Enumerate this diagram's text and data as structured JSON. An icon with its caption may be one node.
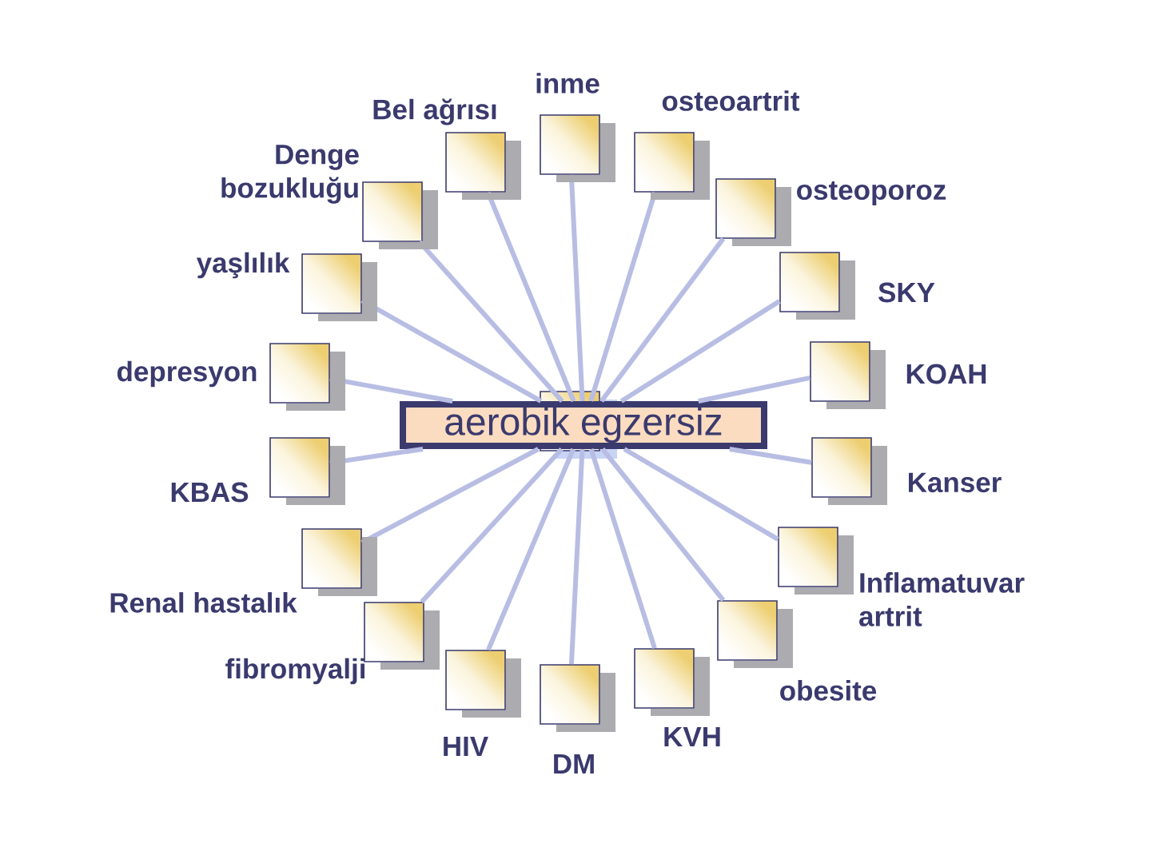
{
  "diagram": {
    "nodes": [
      {
        "text": [
          "aerobik egzersiz"
        ]
      },
      {
        "text": [
          "inme"
        ]
      },
      {
        "text": [
          "osteoartrit"
        ]
      },
      {
        "text": [
          "osteoporoz"
        ]
      },
      {
        "text": [
          "SKY"
        ]
      },
      {
        "text": [
          "KOAH"
        ]
      },
      {
        "text": [
          "Kanser"
        ]
      },
      {
        "text": [
          "Inflamatuvar artrit"
        ]
      },
      {
        "text": [
          "obesite"
        ]
      },
      {
        "text": [
          "KVH"
        ]
      },
      {
        "text": [
          "DM"
        ]
      },
      {
        "text": [
          "HIV"
        ]
      },
      {
        "text": [
          "fibromyalji"
        ]
      },
      {
        "text": [
          "Renal hastalık"
        ]
      },
      {
        "text": [
          "KBAS"
        ]
      },
      {
        "text": [
          "depresyon"
        ]
      },
      {
        "text": [
          "yaşlılık"
        ]
      },
      {
        "text": [
          "Denge bozukluğu"
        ]
      },
      {
        "text": [
          "Bel ağrısı"
        ]
      }
    ],
    "edges": [
      {
        "from": 0,
        "to": 1,
        "arrow": "none"
      },
      {
        "from": 0,
        "to": 2,
        "arrow": "none"
      },
      {
        "from": 0,
        "to": 3,
        "arrow": "none"
      },
      {
        "from": 0,
        "to": 4,
        "arrow": "none"
      },
      {
        "from": 0,
        "to": 5,
        "arrow": "none"
      },
      {
        "from": 0,
        "to": 6,
        "arrow": "none"
      },
      {
        "from": 0,
        "to": 7,
        "arrow": "none"
      },
      {
        "from": 0,
        "to": 8,
        "arrow": "none"
      },
      {
        "from": 0,
        "to": 9,
        "arrow": "none"
      },
      {
        "from": 0,
        "to": 10,
        "arrow": "none"
      },
      {
        "from": 0,
        "to": 11,
        "arrow": "none"
      },
      {
        "from": 0,
        "to": 12,
        "arrow": "none"
      },
      {
        "from": 0,
        "to": 13,
        "arrow": "none"
      },
      {
        "from": 0,
        "to": 14,
        "arrow": "none"
      },
      {
        "from": 0,
        "to": 15,
        "arrow": "none"
      },
      {
        "from": 0,
        "to": 16,
        "arrow": "none"
      },
      {
        "from": 0,
        "to": 17,
        "arrow": "none"
      },
      {
        "from": 0,
        "to": 18,
        "arrow": "none"
      }
    ]
  }
}
